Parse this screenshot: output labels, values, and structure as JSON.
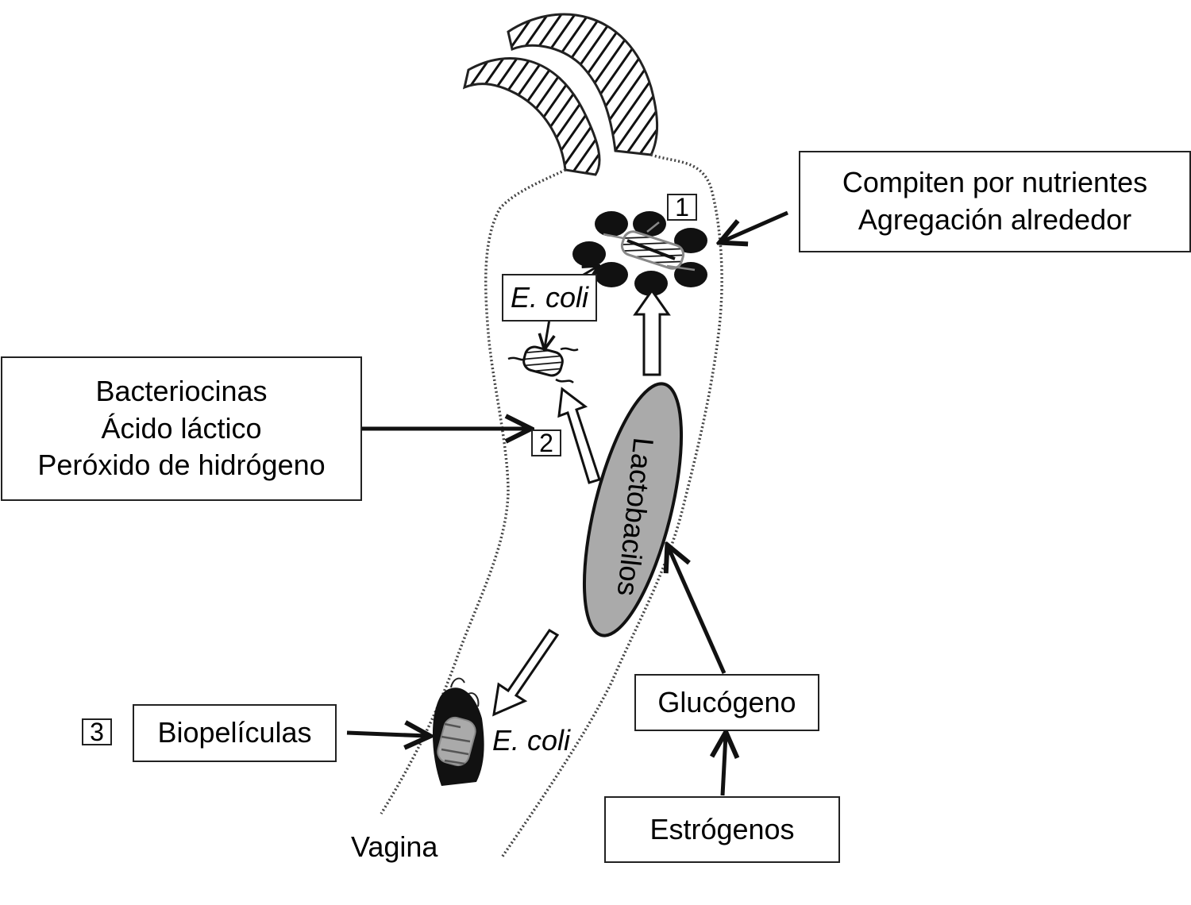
{
  "boxes": {
    "nutrients": {
      "line1": "Compiten por nutrientes",
      "line2": "Agregación alrededor"
    },
    "antimicrobials": {
      "line1": "Bacteriocinas",
      "line2": "Ácido láctico",
      "line3": "Peróxido de hidrógeno"
    },
    "biofilm": "Biopelículas",
    "glycogen": "Glucógeno",
    "estrogens": "Estrógenos",
    "ecoli_top": "E. coli"
  },
  "labels": {
    "lactobacilli": "Lactobacilos",
    "ecoli_bottom": "E. coli",
    "vagina": "Vagina"
  },
  "markers": {
    "m1": "1",
    "m2": "2",
    "m3": "3"
  }
}
